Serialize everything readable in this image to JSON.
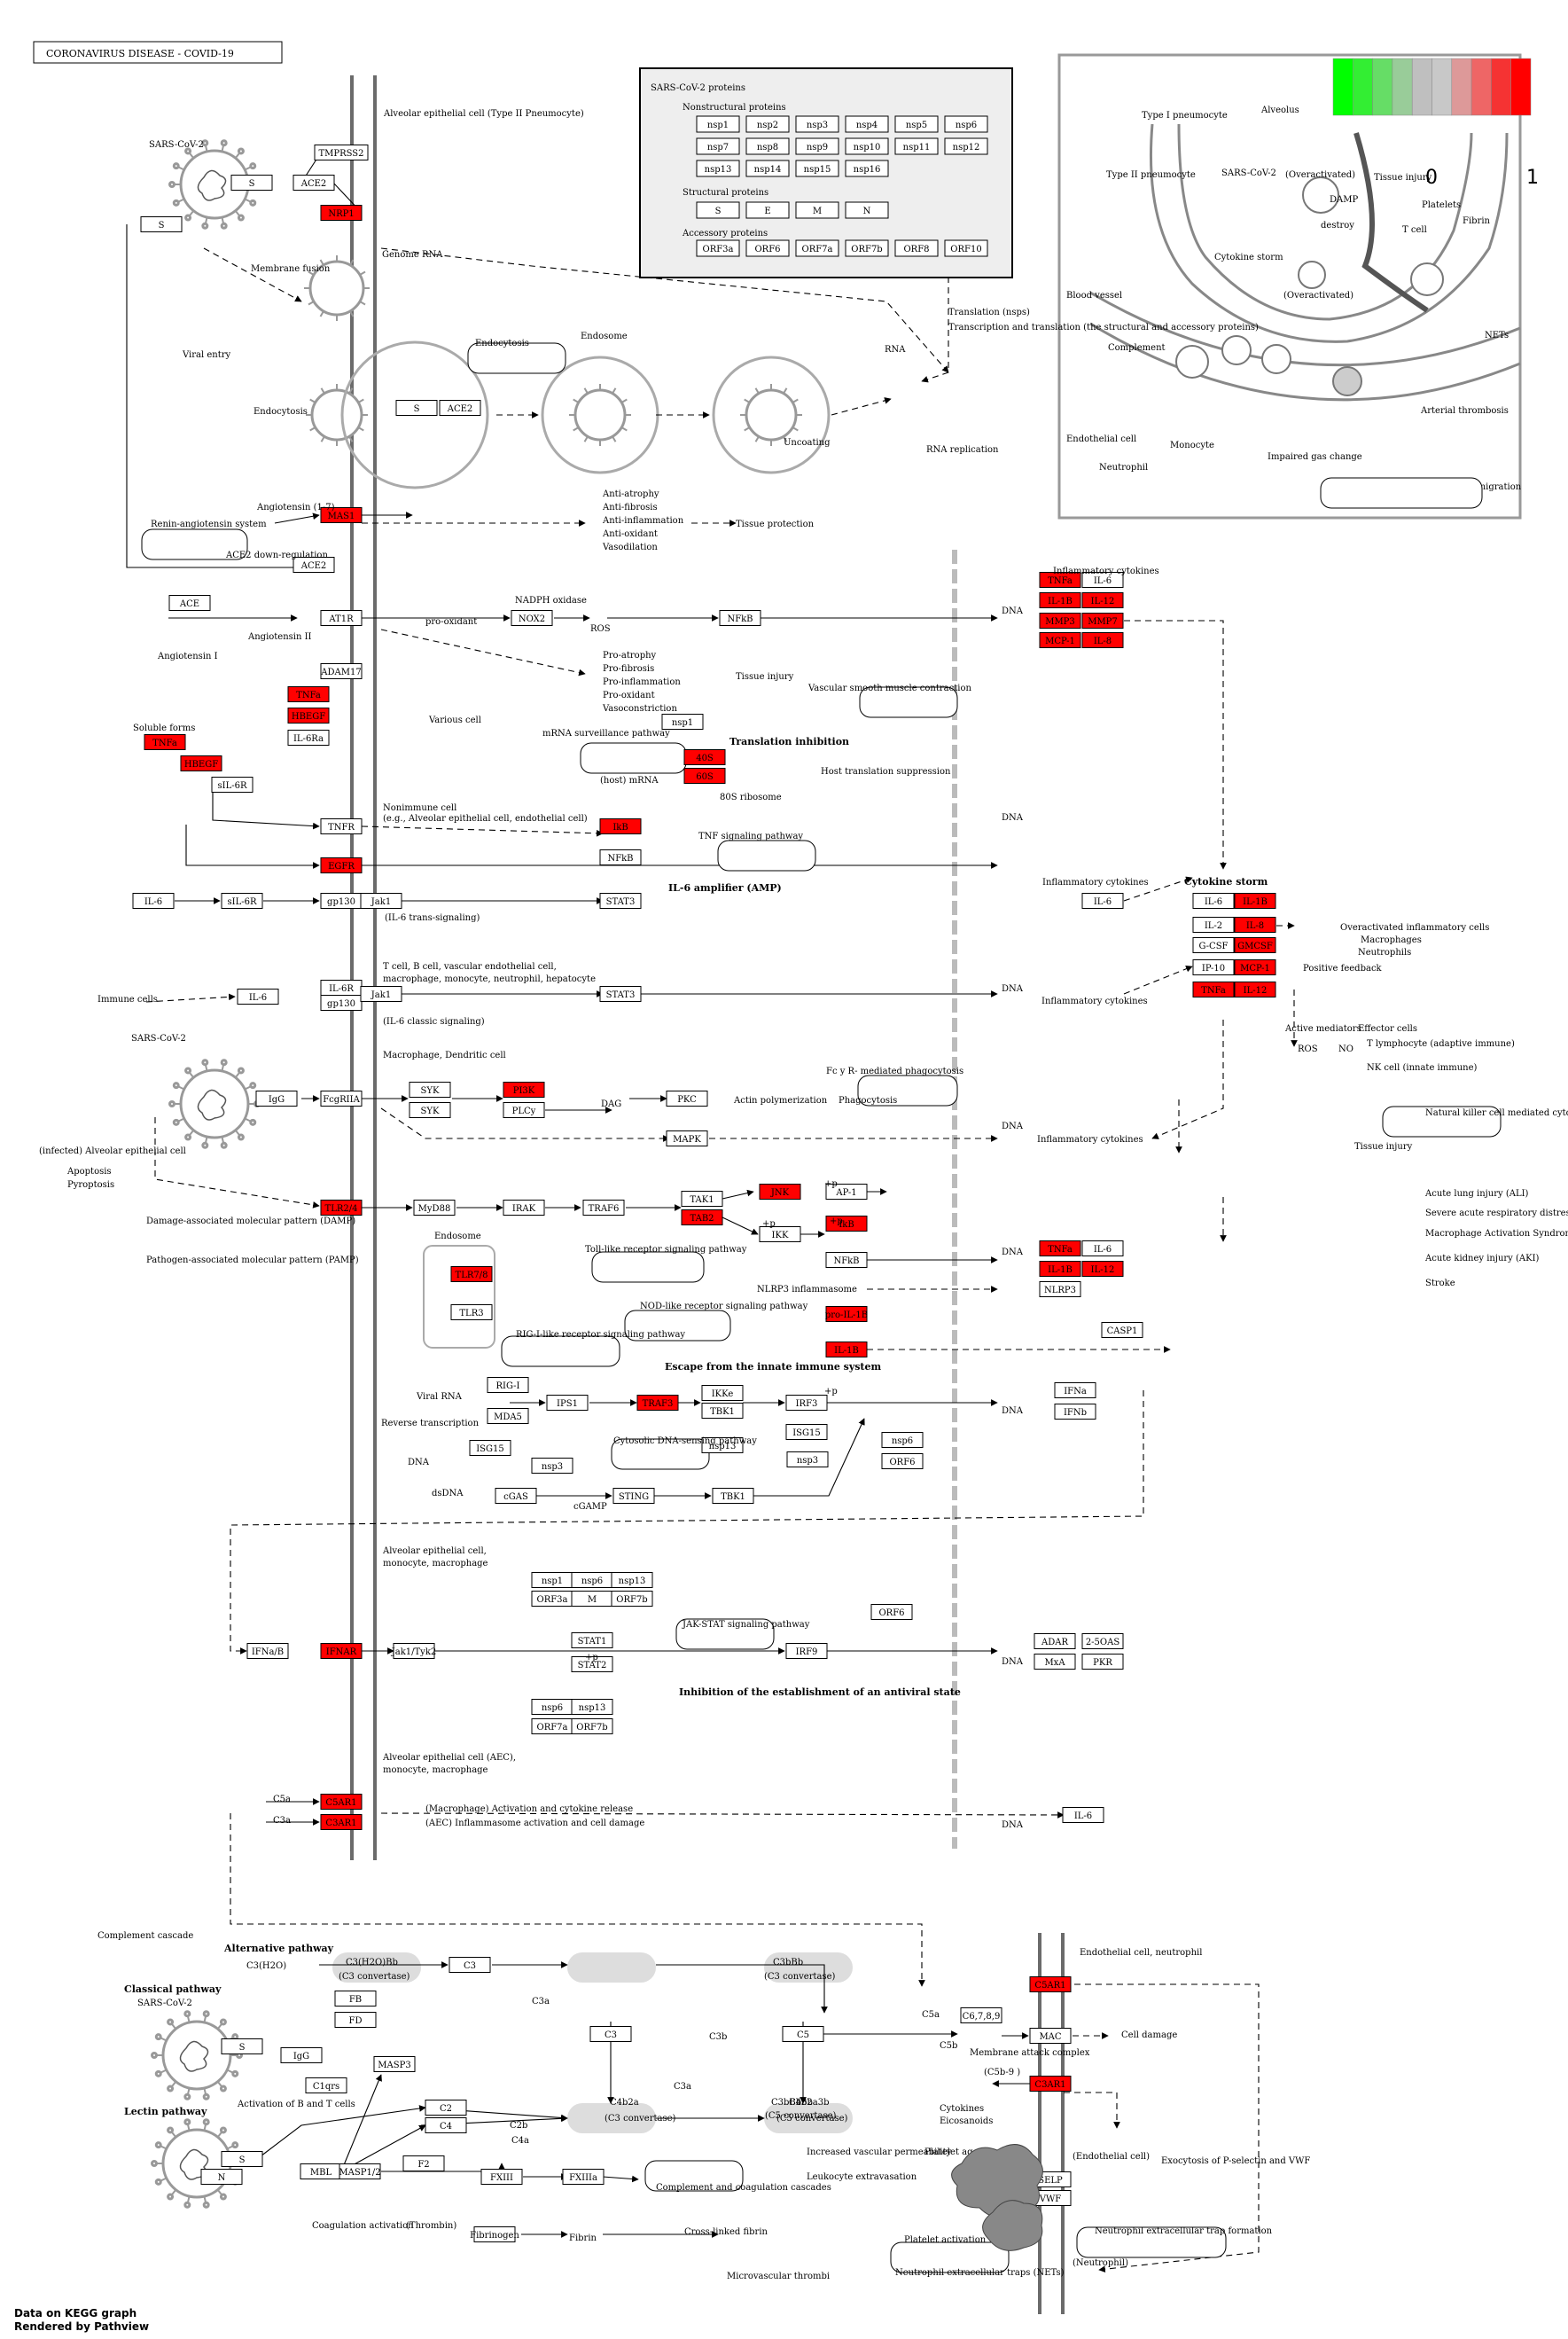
{
  "title": "CORONAVIRUS DISEASE - COVID-19",
  "footer": [
    "Data on KEGG graph",
    "Rendered by Pathview"
  ],
  "colors": {
    "hit": "#ff0000",
    "node": "#ffffff",
    "membrane": "#6b6b6b",
    "panel": "#eeeeee"
  },
  "legend": {
    "scale_colors": [
      "#00ff00",
      "#33ee33",
      "#66dd66",
      "#99cc99",
      "#bfbfbf",
      "#c8c8c8",
      "#dd9999",
      "#ee6666",
      "#f53333",
      "#ff0000"
    ],
    "min_label": "0",
    "max_label": "1"
  },
  "proteins_panel": {
    "title": "SARS-CoV-2 proteins",
    "nonstructural_title": "Nonstructural proteins",
    "nonstructural": [
      "nsp1",
      "nsp2",
      "nsp3",
      "nsp4",
      "nsp5",
      "nsp6",
      "nsp7",
      "nsp8",
      "nsp9",
      "nsp10",
      "nsp11",
      "nsp12",
      "nsp13",
      "nsp14",
      "nsp15",
      "nsp16"
    ],
    "structural_title": "Structural proteins",
    "structural": [
      "S",
      "E",
      "M",
      "N"
    ],
    "accessory_title": "Accessory proteins",
    "accessory": [
      "ORF3a",
      "ORF6",
      "ORF7a",
      "ORF7b",
      "ORF8",
      "ORF10"
    ]
  },
  "inset_labels": [
    "Alveolus",
    "Type I pneumocyte",
    "Type II pneumocyte",
    "SARS-CoV-2",
    "(Overactivated)",
    "DAMP",
    "destroy",
    "Tissue injury",
    "Platelets",
    "Fibrin",
    "T cell",
    "NETs",
    "Cytokine storm",
    "(Overactivated)",
    "Blood vessel",
    "Complement",
    "Endothelial cell",
    "Monocyte",
    "Neutrophil",
    "Impaired gas change",
    "Arterial thrombosis",
    "Leukocyte transendothelial migration"
  ],
  "nodes": [
    {
      "label": "TMPRSS2",
      "hit": false
    },
    {
      "label": "ACE2",
      "hit": false
    },
    {
      "label": "S",
      "hit": false
    },
    {
      "label": "NRP1",
      "hit": true
    },
    {
      "label": "S",
      "hit": false
    },
    {
      "label": "S",
      "hit": false
    },
    {
      "label": "ACE2",
      "hit": false
    },
    {
      "label": "MAS1",
      "hit": true
    },
    {
      "label": "ACE2",
      "hit": false
    },
    {
      "label": "ACE",
      "hit": false
    },
    {
      "label": "AT1R",
      "hit": false
    },
    {
      "label": "NOX2",
      "hit": false
    },
    {
      "label": "NFkB",
      "hit": false
    },
    {
      "label": "ADAM17",
      "hit": false
    },
    {
      "label": "TNFa",
      "hit": true
    },
    {
      "label": "HBEGF",
      "hit": true
    },
    {
      "label": "IL-6Ra",
      "hit": false
    },
    {
      "label": "TNFa",
      "hit": true
    },
    {
      "label": "HBEGF",
      "hit": true
    },
    {
      "label": "sIL-6R",
      "hit": false
    },
    {
      "label": "nsp1",
      "hit": false
    },
    {
      "label": "40S",
      "hit": true
    },
    {
      "label": "60S",
      "hit": true
    },
    {
      "label": "TNFR",
      "hit": false
    },
    {
      "label": "EGFR",
      "hit": true
    },
    {
      "label": "IkB",
      "hit": true
    },
    {
      "label": "NFkB",
      "hit": false
    },
    {
      "label": "STAT3",
      "hit": false
    },
    {
      "label": "IL-6",
      "hit": false
    },
    {
      "label": "sIL-6R",
      "hit": false
    },
    {
      "label": "gp130",
      "hit": false
    },
    {
      "label": "Jak1",
      "hit": false
    },
    {
      "label": "IL-6",
      "hit": false
    },
    {
      "label": "IL-6R",
      "hit": false
    },
    {
      "label": "gp130",
      "hit": false
    },
    {
      "label": "Jak1",
      "hit": false
    },
    {
      "label": "STAT3",
      "hit": false
    },
    {
      "label": "TNFa",
      "hit": true
    },
    {
      "label": "IL-6",
      "hit": false
    },
    {
      "label": "IL-1B",
      "hit": true
    },
    {
      "label": "IL-12",
      "hit": true
    },
    {
      "label": "MMP3",
      "hit": true
    },
    {
      "label": "MMP7",
      "hit": true
    },
    {
      "label": "MCP-1",
      "hit": true
    },
    {
      "label": "IL-8",
      "hit": true
    },
    {
      "label": "IL-6",
      "hit": false
    },
    {
      "label": "IL-6",
      "hit": false
    },
    {
      "label": "IL-1B",
      "hit": true
    },
    {
      "label": "IL-2",
      "hit": false
    },
    {
      "label": "IL-8",
      "hit": true
    },
    {
      "label": "G-CSF",
      "hit": false
    },
    {
      "label": "GMCSF",
      "hit": true
    },
    {
      "label": "IP-10",
      "hit": false
    },
    {
      "label": "MCP-1",
      "hit": true
    },
    {
      "label": "TNFa",
      "hit": true
    },
    {
      "label": "IL-12",
      "hit": true
    },
    {
      "label": "IgG",
      "hit": false
    },
    {
      "label": "FcgRIIA",
      "hit": false
    },
    {
      "label": "SYK",
      "hit": false
    },
    {
      "label": "SYK",
      "hit": false
    },
    {
      "label": "PI3K",
      "hit": true
    },
    {
      "label": "PLCy",
      "hit": false
    },
    {
      "label": "PKC",
      "hit": false
    },
    {
      "label": "MAPK",
      "hit": false
    },
    {
      "label": "TLR2/4",
      "hit": true
    },
    {
      "label": "MyD88",
      "hit": false
    },
    {
      "label": "IRAK",
      "hit": false
    },
    {
      "label": "TRAF6",
      "hit": false
    },
    {
      "label": "TAK1",
      "hit": false
    },
    {
      "label": "TAB2",
      "hit": true
    },
    {
      "label": "JNK",
      "hit": true
    },
    {
      "label": "AP-1",
      "hit": false
    },
    {
      "label": "IKK",
      "hit": false
    },
    {
      "label": "IkB",
      "hit": true
    },
    {
      "label": "NFkB",
      "hit": false
    },
    {
      "label": "TNFa",
      "hit": true
    },
    {
      "label": "IL-6",
      "hit": false
    },
    {
      "label": "IL-1B",
      "hit": true
    },
    {
      "label": "IL-12",
      "hit": true
    },
    {
      "label": "NLRP3",
      "hit": false
    },
    {
      "label": "CASP1",
      "hit": false
    },
    {
      "label": "pro-IL-1B",
      "hit": true
    },
    {
      "label": "IL-1B",
      "hit": true
    },
    {
      "label": "TLR7/8",
      "hit": true
    },
    {
      "label": "TLR3",
      "hit": false
    },
    {
      "label": "RIG-I",
      "hit": false
    },
    {
      "label": "MDA5",
      "hit": false
    },
    {
      "label": "IPS1",
      "hit": false
    },
    {
      "label": "TRAF3",
      "hit": true
    },
    {
      "label": "ISG15",
      "hit": false
    },
    {
      "label": "nsp3",
      "hit": false
    },
    {
      "label": "IKKe",
      "hit": false
    },
    {
      "label": "TBK1",
      "hit": false
    },
    {
      "label": "nsp13",
      "hit": false
    },
    {
      "label": "IRF3",
      "hit": false
    },
    {
      "label": "ISG15",
      "hit": false
    },
    {
      "label": "nsp3",
      "hit": false
    },
    {
      "label": "nsp6",
      "hit": false
    },
    {
      "label": "ORF6",
      "hit": false
    },
    {
      "label": "IFNa",
      "hit": false
    },
    {
      "label": "IFNb",
      "hit": false
    },
    {
      "label": "cGAS",
      "hit": false
    },
    {
      "label": "STING",
      "hit": false
    },
    {
      "label": "TBK1",
      "hit": false
    },
    {
      "label": "nsp1",
      "hit": false
    },
    {
      "label": "nsp6",
      "hit": false
    },
    {
      "label": "nsp13",
      "hit": false
    },
    {
      "label": "ORF3a",
      "hit": false
    },
    {
      "label": "M",
      "hit": false
    },
    {
      "label": "ORF7b",
      "hit": false
    },
    {
      "label": "STAT1",
      "hit": false
    },
    {
      "label": "STAT2",
      "hit": false
    },
    {
      "label": "nsp6",
      "hit": false
    },
    {
      "label": "nsp13",
      "hit": false
    },
    {
      "label": "ORF7a",
      "hit": false
    },
    {
      "label": "ORF7b",
      "hit": false
    },
    {
      "label": "ORF6",
      "hit": false
    },
    {
      "label": "IRF9",
      "hit": false
    },
    {
      "label": "IFNa/B",
      "hit": false
    },
    {
      "label": "IFNAR",
      "hit": true
    },
    {
      "label": "Jak1/Tyk2",
      "hit": false
    },
    {
      "label": "ADAR",
      "hit": false
    },
    {
      "label": "2-5OAS",
      "hit": false
    },
    {
      "label": "MxA",
      "hit": false
    },
    {
      "label": "PKR",
      "hit": false
    },
    {
      "label": "C5AR1",
      "hit": true
    },
    {
      "label": "C3AR1",
      "hit": true
    },
    {
      "label": "IL-6",
      "hit": false
    },
    {
      "label": "C3",
      "hit": false
    },
    {
      "label": "FB",
      "hit": false
    },
    {
      "label": "FD",
      "hit": false
    },
    {
      "label": "C3",
      "hit": false
    },
    {
      "label": "C5",
      "hit": false
    },
    {
      "label": "S",
      "hit": false
    },
    {
      "label": "IgG",
      "hit": false
    },
    {
      "label": "C1qrs",
      "hit": false
    },
    {
      "label": "MASP3",
      "hit": false
    },
    {
      "label": "C2",
      "hit": false
    },
    {
      "label": "C4",
      "hit": false
    },
    {
      "label": "S",
      "hit": false
    },
    {
      "label": "N",
      "hit": false
    },
    {
      "label": "MBL",
      "hit": false
    },
    {
      "label": "MASP1/2",
      "hit": false
    },
    {
      "label": "F2",
      "hit": false
    },
    {
      "label": "FXIII",
      "hit": false
    },
    {
      "label": "FXIIIa",
      "hit": false
    },
    {
      "label": "Fibrinogen",
      "hit": false
    },
    {
      "label": "C5AR1",
      "hit": true
    },
    {
      "label": "C6,7,8,9",
      "hit": false
    },
    {
      "label": "MAC",
      "hit": false
    },
    {
      "label": "C3AR1",
      "hit": true
    },
    {
      "label": "SELP",
      "hit": false
    },
    {
      "label": "VWF",
      "hit": false
    }
  ],
  "texts": [
    "Alveolar epithelial cell (Type II Pneumocyte)",
    "SARS-CoV-2",
    "Genome RNA",
    "Membrane fusion",
    "Viral entry",
    "Endocytosis",
    "Endocytosis",
    "Endosome",
    "Uncoating",
    "RNA",
    "RNA replication",
    "Translation (nsps)",
    "Transcription and translation (the structural and accessory proteins)",
    "Renin-angiotensin system",
    "Angiotensin (1-7)",
    "ACE2 down-regulation",
    "Anti-atrophy",
    "Anti-fibrosis",
    "Anti-inflammation",
    "Anti-oxidant",
    "Vasodilation",
    "Tissue protection",
    "Angiotensin I",
    "Angiotensin II",
    "pro-oxidant",
    "NADPH oxidase",
    "ROS",
    "DNA",
    "Inflammatory cytokines",
    "Pro-atrophy",
    "Pro-fibrosis",
    "Pro-inflammation",
    "Pro-oxidant",
    "Vasoconstriction",
    "Tissue injury",
    "Vascular smooth muscle contraction",
    "Various cell",
    "Soluble forms",
    "mRNA surveillance pathway",
    "(host) mRNA",
    "Translation inhibition",
    "Host translation suppression",
    "80S ribosome",
    "Nonimmune cell",
    "(e.g., Alveolar epithelial cell, endothelial cell)",
    "TNF signaling pathway",
    "IL-6 amplifier (AMP)",
    "DNA",
    "Inflammatory cytokines",
    "(IL-6 trans-signaling)",
    "Cytokine storm",
    "Overactivated inflammatory cells",
    "Macrophages",
    "Neutrophils",
    "Positive feedback",
    "Immune cells",
    "T cell, B cell, vascular endothelial cell,",
    "macrophage, monocyte, neutrophil, hepatocyte",
    "(IL-6 classic signaling)",
    "DNA",
    "Inflammatory cytokines",
    "Active mediators",
    "ROS",
    "NO",
    "Effector cells",
    "T lymphocyte (adaptive immune)",
    "NK cell (innate immune)",
    "SARS-CoV-2",
    "Macrophage, Dendritic cell",
    "Fc y R- mediated phagocytosis",
    "Actin polymerization",
    "Phagocytosis",
    "DAG",
    "DNA",
    "Inflammatory cytokines",
    "Natural killer cell mediated cytotoxicity",
    "Tissue injury",
    "(infected) Alveolar epithelial cell",
    "Apoptosis",
    "Pyroptosis",
    "Damage-associated molecular pattern (DAMP)",
    "Pathogen-associated molecular pattern (PAMP)",
    "Endosome",
    "Toll-like receptor signaling pathway",
    "+p",
    "+p",
    "+p",
    "DNA",
    "Acute lung injury (ALI)",
    "Severe acute respiratory distress syndrome (ARDS)",
    "Macrophage Activation Syndrome (MAS)",
    "Acute kidney injury (AKI)",
    "Stroke",
    "NLRP3 inflammasome",
    "NOD-like receptor signaling pathway",
    "RIG-I-like receptor signaling pathway",
    "Escape from the innate immune system",
    "Viral RNA",
    "Reverse transcription",
    "DNA",
    "dsDNA",
    "cGAMP",
    "Cytosolic DNA-sensing pathway",
    "+p",
    "DNA",
    "Alveolar epithelial cell,",
    "monocyte, macrophage",
    "JAK-STAT signaling pathway",
    "+p",
    "DNA",
    "Inhibition of the establishment of an antiviral state",
    "Alveolar epithelial cell (AEC),",
    "monocyte, macrophage",
    "C5a",
    "C3a",
    "(Macrophage) Activation and cytokine release",
    "(AEC) Inflammasome activation and cell damage",
    "DNA",
    "Complement cascade",
    "Alternative pathway",
    "C3(H2O)",
    "C3(H2O)Bb",
    "(C3 convertase)",
    "C3bBb",
    "(C3 convertase)",
    "C3bBb3b",
    "(C5 convertase)",
    "C3a",
    "C3b",
    "C3a",
    "C5a",
    "C5b",
    "Classical pathway",
    "SARS-CoV-2",
    "Activation of B and T cells",
    "Lectin pathway",
    "C4b2a",
    "(C3 convertase)",
    "C4b2a3b",
    "(C5 convertase)",
    "C2b",
    "C4a",
    "(Thrombin)",
    "Coagulation activation",
    "Fibrin",
    "Cross-linked fibrin",
    "Microvascular thrombi",
    "Complement and coagulation cascades",
    "Endothelial cell, neutrophil",
    "Membrane attack complex",
    "(C5b-9 )",
    "Cell damage",
    "Cytokines",
    "Eicosanoids",
    "Increased vascular permeability",
    "Leukocyte extravasation",
    "Platelet aggregation",
    "(Endothelial cell)",
    "Exocytosis of P-selectin and VWF",
    "Platelet activation",
    "Neutrophil extracellular trap formation",
    "(Neutrophil)",
    "Neutrophil extracellular traps (NETs)"
  ]
}
